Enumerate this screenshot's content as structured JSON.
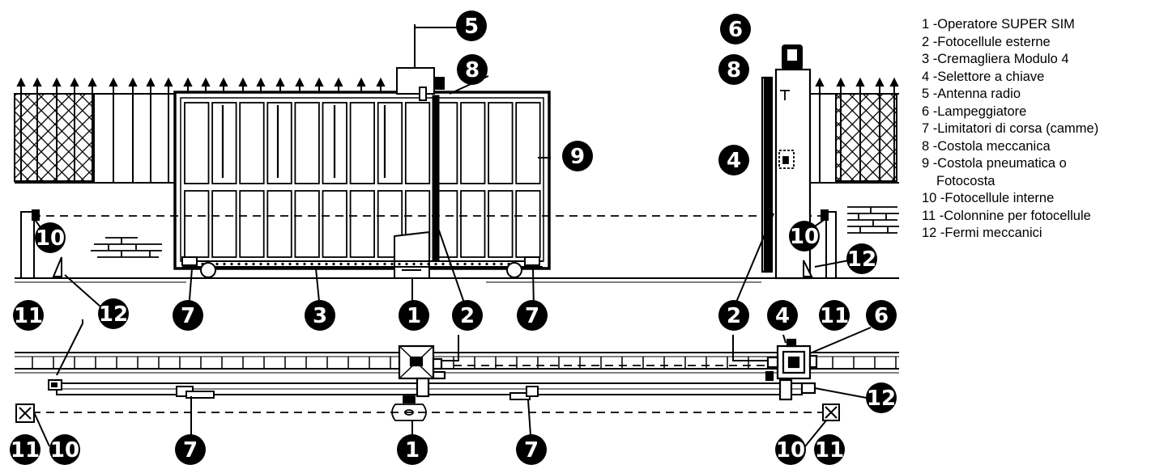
{
  "legend": [
    "1 -Operatore SUPER SIM",
    "2 -Fotocellule esterne",
    "3 -Cremagliera Modulo 4",
    "4 -Selettore a chiave",
    "5 -Antenna radio",
    "6 -Lampeggiatore",
    "7 -Limitatori di corsa (camme)",
    "8 -Costola meccanica",
    "9 -Costola pneumatica o",
    "Fotocosta",
    "10 -Fotocellule interne",
    "11 -Colonnine per fotocellule",
    "12 -Fermi meccanici"
  ],
  "callouts": {
    "c1": "1",
    "c2": "2",
    "c3": "3",
    "c4": "4",
    "c5": "5",
    "c6": "6",
    "c7": "7",
    "c8": "8",
    "c9": "9",
    "c10": "10",
    "c11": "11",
    "c12": "12"
  }
}
